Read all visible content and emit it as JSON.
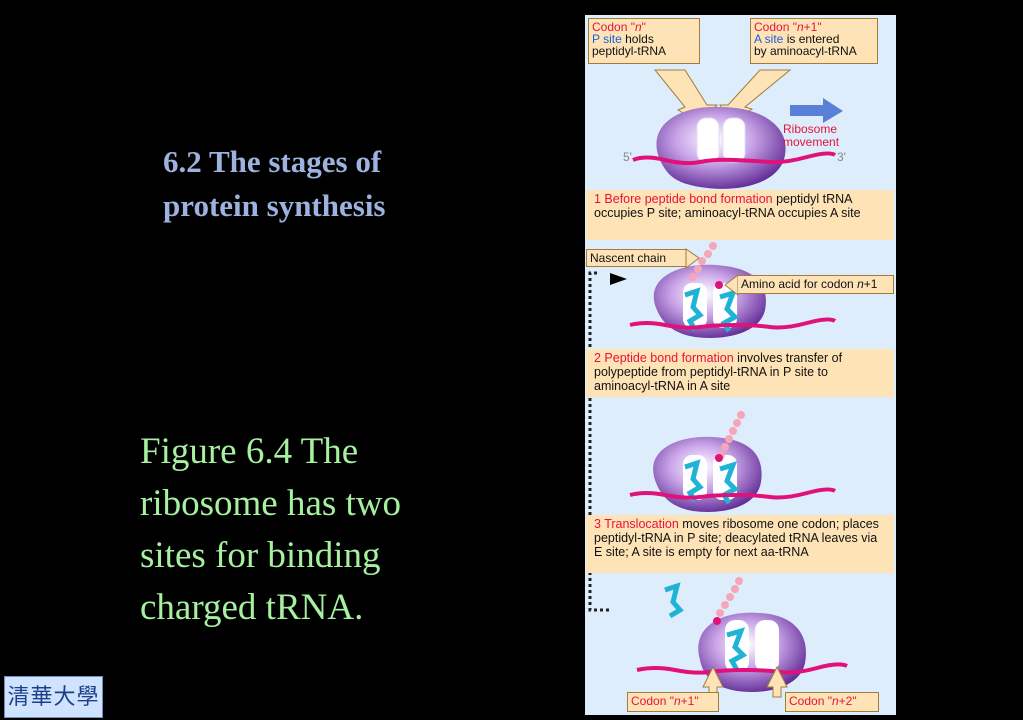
{
  "slide": {
    "title_line1": "6.2 The stages of",
    "title_line2": "protein synthesis",
    "caption_lines": [
      "Figure 6.4 The",
      "ribosome has two",
      "sites for binding",
      "charged tRNA."
    ],
    "logo_text": "清華大學"
  },
  "figure": {
    "codon_n_box": {
      "line1_a": "Codon \"",
      "line1_n": "n",
      "line1_b": "\"",
      "line2_site": "P site",
      "line2_rest": " holds",
      "line3": "peptidyl-tRNA"
    },
    "codon_n1_box": {
      "line1_a": "Codon \"",
      "line1_n": "n",
      "line1_b": "+1\"",
      "line2_site": "A site",
      "line2_rest": " is entered",
      "line3": "by aminoacyl-tRNA"
    },
    "movement_label_1": "Ribosome",
    "movement_label_2": "movement",
    "five_prime": "5'",
    "three_prime": "3'",
    "step1": {
      "highlight": "1 Before peptide bond formation",
      "rest": " peptidyl tRNA occupies P site; aminoacyl-tRNA occupies A site"
    },
    "nascent_chain": "Nascent chain",
    "amino_acid_label_a": "Amino acid for codon ",
    "amino_acid_label_n": "n",
    "amino_acid_label_b": "+1",
    "step2": {
      "highlight": "2 Peptide bond formation",
      "rest": " involves transfer of polypeptide from peptidyl-tRNA in P site to aminoacyl-tRNA in A site"
    },
    "step3": {
      "highlight": "3 Translocation",
      "rest": " moves ribosome one codon; places peptidyl-tRNA in P site; deacylated tRNA leaves via E site; A site is empty for next aa-tRNA"
    },
    "bottom_codon_1": {
      "a": "Codon \"",
      "n": "n",
      "b": "+1\""
    },
    "bottom_codon_2": {
      "a": "Codon \"",
      "n": "n",
      "b": "+2\""
    }
  },
  "colors": {
    "background": "#000000",
    "title": "#9db2de",
    "caption": "#a6f0a0",
    "figure_bg": "#deedfb",
    "band": "#fde3b6",
    "highlight_red": "#e8123d",
    "mrna": "#e0127a",
    "ribosome": "#7b3fb0",
    "trna": "#1fb3d6"
  }
}
